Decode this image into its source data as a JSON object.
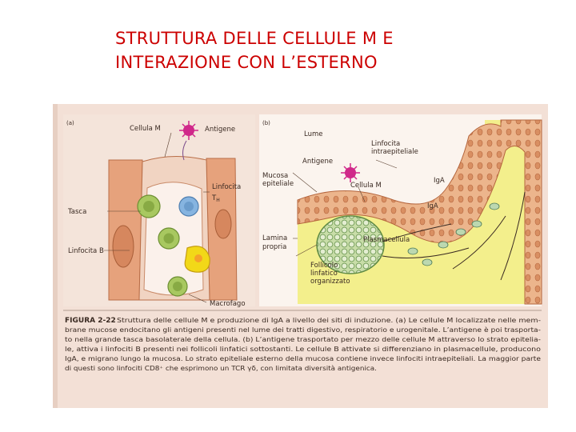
{
  "slide": {
    "title_line1": "STRUTTURA DELLE CELLULE M E",
    "title_line2": "INTERAZIONE CON L’ESTERNO"
  },
  "figure": {
    "panel_a": {
      "tag": "(a)",
      "cellula_m": "Cellula M",
      "antigene": "Antigene",
      "linfocita_th": "Linfocita",
      "th_symbol": "T",
      "th_sub": "H",
      "tasca": "Tasca",
      "linfocita_b": "Linfocita B",
      "macrofago": "Macrofago"
    },
    "panel_b": {
      "tag": "(b)",
      "lume": "Lume",
      "antigene": "Antigene",
      "linfocita_intra_1": "Linfocita",
      "linfocita_intra_2": "intraepiteliale",
      "iga_1": "IgA",
      "iga_2": "IgA",
      "mucosa_1": "Mucosa",
      "mucosa_2": "epiteliale",
      "cellula_m": "Cellula M",
      "lamina_1": "Lamina",
      "lamina_2": "propria",
      "plasmacellula": "Plasmacellula",
      "follicolo_1": "Follicolo",
      "follicolo_2": "linfatico",
      "follicolo_3": "organizzato"
    },
    "caption": {
      "title": "FIGURA 2-22",
      "line1": "Struttura delle cellule M e produzione di IgA a livello dei siti di induzione. (a) Le cellule M localizzate nelle mem-",
      "line2": "brane mucose endocitano gli antigeni presenti nel lume dei tratti digestivo, respiratorio e urogenitale. L’antigene è poi trasporta-",
      "line3": "to nella grande tasca basolaterale della cellula. (b) L’antigene trasportato per mezzo delle cellule M attraverso lo strato epitelia-",
      "line4": "le, attiva i linfociti B presenti nei follicoli linfatici sottostanti. Le cellule B attivate si differenziano in plasmacellule, producono",
      "line5": "IgA, e migrano lungo la mucosa. Lo strato epiteliale esterno della mucosa contiene invece linfociti intraepiteliali. La maggior parte",
      "line6": "di questi sono linfociti CD8⁺ che esprimono un TCR γδ, con limitata diversità antigenica."
    }
  },
  "colors": {
    "title": "#cc0000",
    "scan_bg": "#f2ddd2",
    "panel_tissue": "#e8a67e",
    "lamina": "#f3ef8c",
    "antigen": "#d0288a",
    "lymph_green": "#a8c860",
    "lymph_blue": "#86b4e0",
    "macrophage": "#f2d818"
  }
}
